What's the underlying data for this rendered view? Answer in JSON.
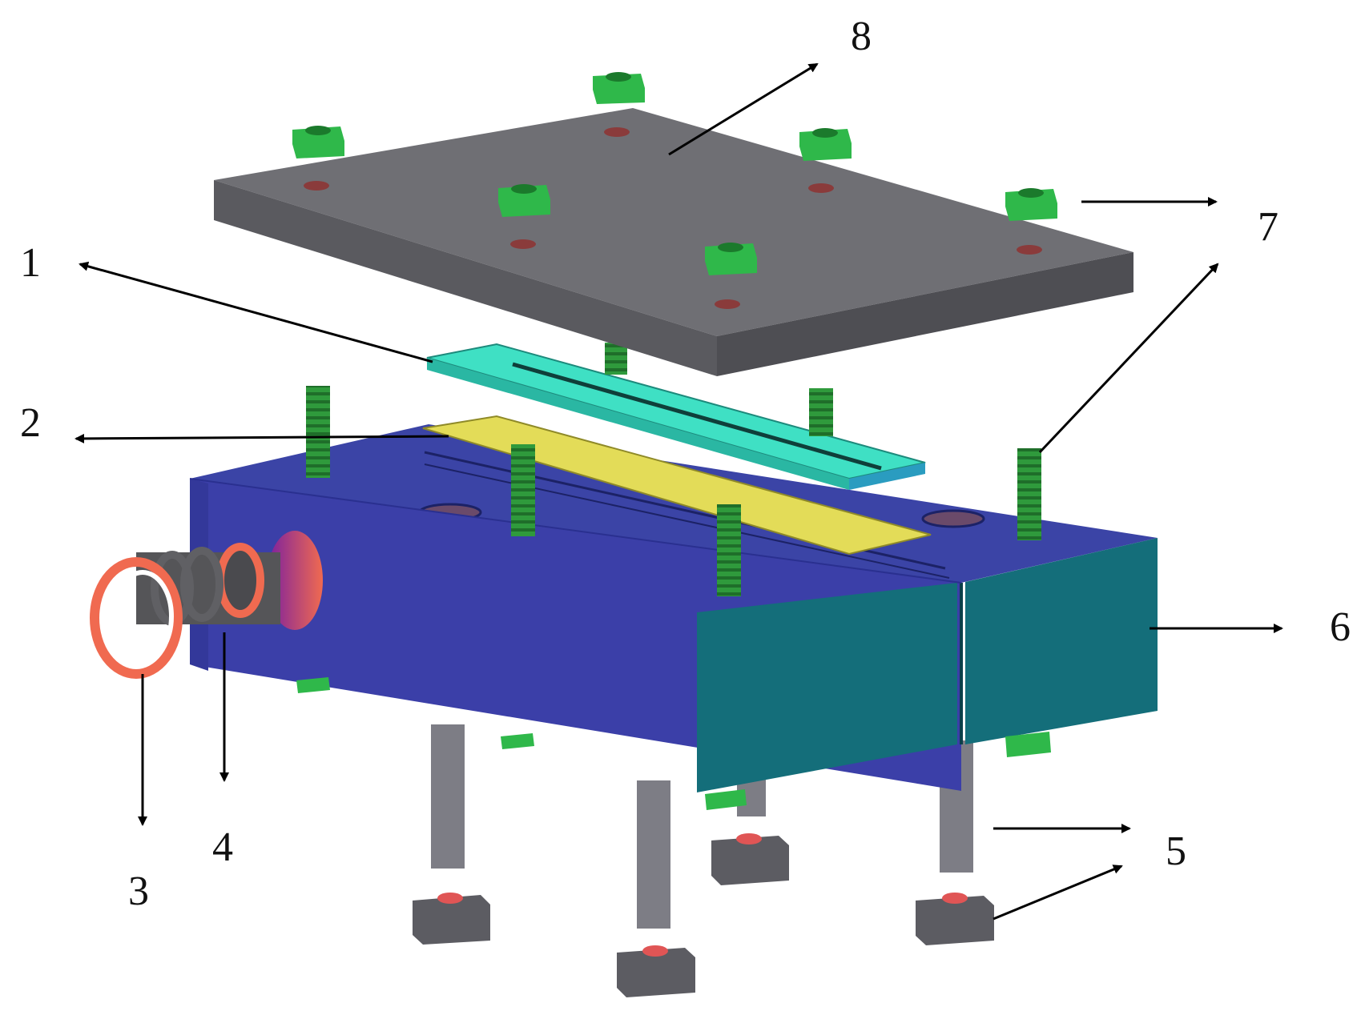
{
  "labels": {
    "l1": "1",
    "l2": "2",
    "l3": "3",
    "l4": "4",
    "l5": "5",
    "l6": "6",
    "l7": "7",
    "l8": "8"
  },
  "colors": {
    "top_plate": "#6f6f74",
    "block_blue": "#3e47a8",
    "block_teal": "#146e7a",
    "glass_strip": "#3fe0c4",
    "yellow_strip": "#e2dc57",
    "nut_green": "#2fb84a",
    "bolt_green": "#2f9a3c",
    "rod_gray": "#808088",
    "ring_orange": "#f06a50"
  }
}
